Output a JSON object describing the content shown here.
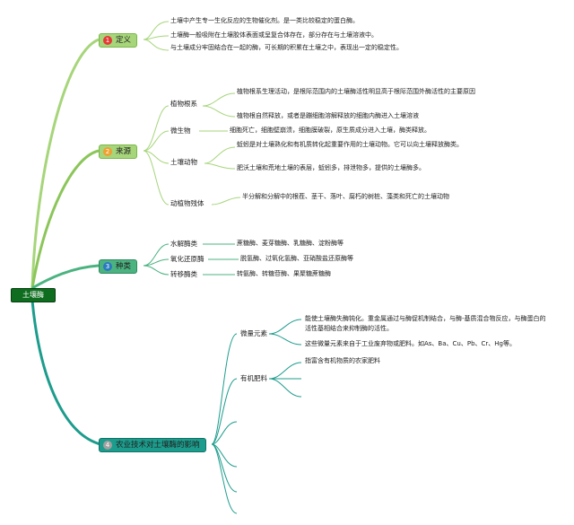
{
  "root": {
    "label": "土壤酶"
  },
  "branches": [
    {
      "id": "definition",
      "badge": "1",
      "label": "定义",
      "color": "#a6d57a",
      "badge_color": "#e53935",
      "items": [
        "土壤中产生专一生化反应的生物催化剂。是一类比较稳定的蛋白酶。",
        "土壤酶一般吸附在土壤胶体表面或呈复合体存在，部分存在与土壤溶液中。",
        "与土壤成分牢固结合在一起的酶，可长期的积累在土壤之中，表现出一定的稳定性。"
      ]
    },
    {
      "id": "source",
      "badge": "2",
      "label": "来源",
      "color": "#a6d57a",
      "badge_color": "#f0a030",
      "groups": [
        {
          "label": "植物根系",
          "items": [
            "植物根系生理活动，是根际范围内的土壤酶活性明显高于根际范围外酶活性的主要原因",
            "植物根自然释放，或者是蹦细胞溶解释放的细胞内酶进入土壤溶液"
          ]
        },
        {
          "label": "微生物",
          "items": [
            "细胞死亡，细胞壁崩溃，细胞膜破裂，原生质成分进入土壤，酶类释放。"
          ]
        },
        {
          "label": "土壤动物",
          "items": [
            "蚯蚓是对土壤熟化和有机质转化起重要作用的土壤动物。它可以向土壤释放酶类。",
            "肥沃土壤和荒地土壤的表层，蚯蚓多，排泄物多，提供的土壤酶多。"
          ]
        },
        {
          "label": "动植物残体",
          "items": [
            "半分解和分解中的根茬、茎干、落叶、腐朽的树桩、藻类和死亡的土壤动物"
          ]
        }
      ]
    },
    {
      "id": "types",
      "badge": "3",
      "label": "种类",
      "color": "#4bb380",
      "badge_color": "#2a7ac0",
      "groups": [
        {
          "label": "水解酶类",
          "items": [
            "蔗糖酶、麦芽糖酶、乳糖酶、淀粉酶等"
          ]
        },
        {
          "label": "氧化还原酶",
          "items": [
            "脱氢酶、过氧化氢酶、亚硝酸盐还原酶等"
          ]
        },
        {
          "label": "转移酶类",
          "items": [
            "转氨酶、转糖苷酶、果聚糖蔗糖酶"
          ]
        }
      ]
    },
    {
      "id": "agri",
      "badge": "4",
      "label": "农业技术对土壤酶的影响",
      "color": "#1c9c8c",
      "badge_color": "#a0a0a0",
      "groups": [
        {
          "label": "微量元素",
          "items": [
            "能使土壤酶失酶钝化。重金属通过与酶促机制结合，与酶-基质混合物反应，与酶蛋白的活性基相结合来抑制酶的活性。",
            "这些微量元素来自于工业废弃物或肥料。如As、Ba、Cu、Pb、Cr、Hg等。"
          ]
        },
        {
          "label": "有机肥料",
          "items": [
            "指富含有机物质的农家肥料"
          ]
        }
      ]
    }
  ],
  "colors": {
    "branch1": "#a6d57a",
    "branch2": "#8cc65a",
    "branch3": "#4bb380",
    "branch4": "#1c9c8c"
  }
}
